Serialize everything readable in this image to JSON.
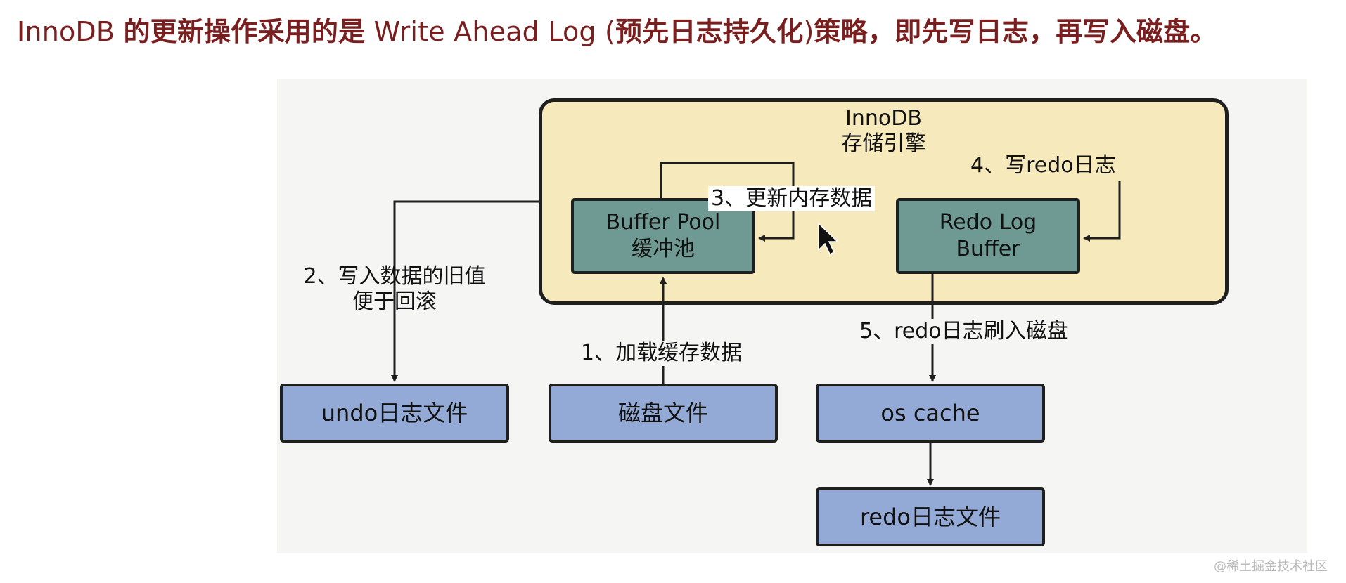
{
  "headline": {
    "part1": "InnoDB ",
    "part2": "的更新操作采用的是",
    "part3": " Write Ahead Log (",
    "part4": "预先日志持久化",
    "part5": ")",
    "part6": "策略，即先写日志，再写入磁盘。"
  },
  "diagram": {
    "engine": {
      "line1": "InnoDB",
      "line2": "存储引擎"
    },
    "buffer_pool": {
      "line1": "Buffer Pool",
      "line2": "缓冲池"
    },
    "redo_log_buffer": {
      "line1": "Redo Log",
      "line2": "Buffer"
    },
    "undo_file": "undo日志文件",
    "disk_file": "磁盘文件",
    "os_cache": "os cache",
    "redo_file": "redo日志文件",
    "step1": "1、加载缓存数据",
    "step2_line1": "2、写入数据的旧值",
    "step2_line2": "便于回滚",
    "step3": "3、更新内存数据",
    "step4": "4、写redo日志",
    "step5": "5、redo日志刷入磁盘"
  },
  "colors": {
    "headline": "#7a1f1f",
    "engine_fill": "#f6e9bc",
    "teal_box": "#6f9a93",
    "blue_box": "#93a9d6",
    "stroke": "#1f1f1f"
  },
  "watermark": "@稀土掘金技术社区"
}
